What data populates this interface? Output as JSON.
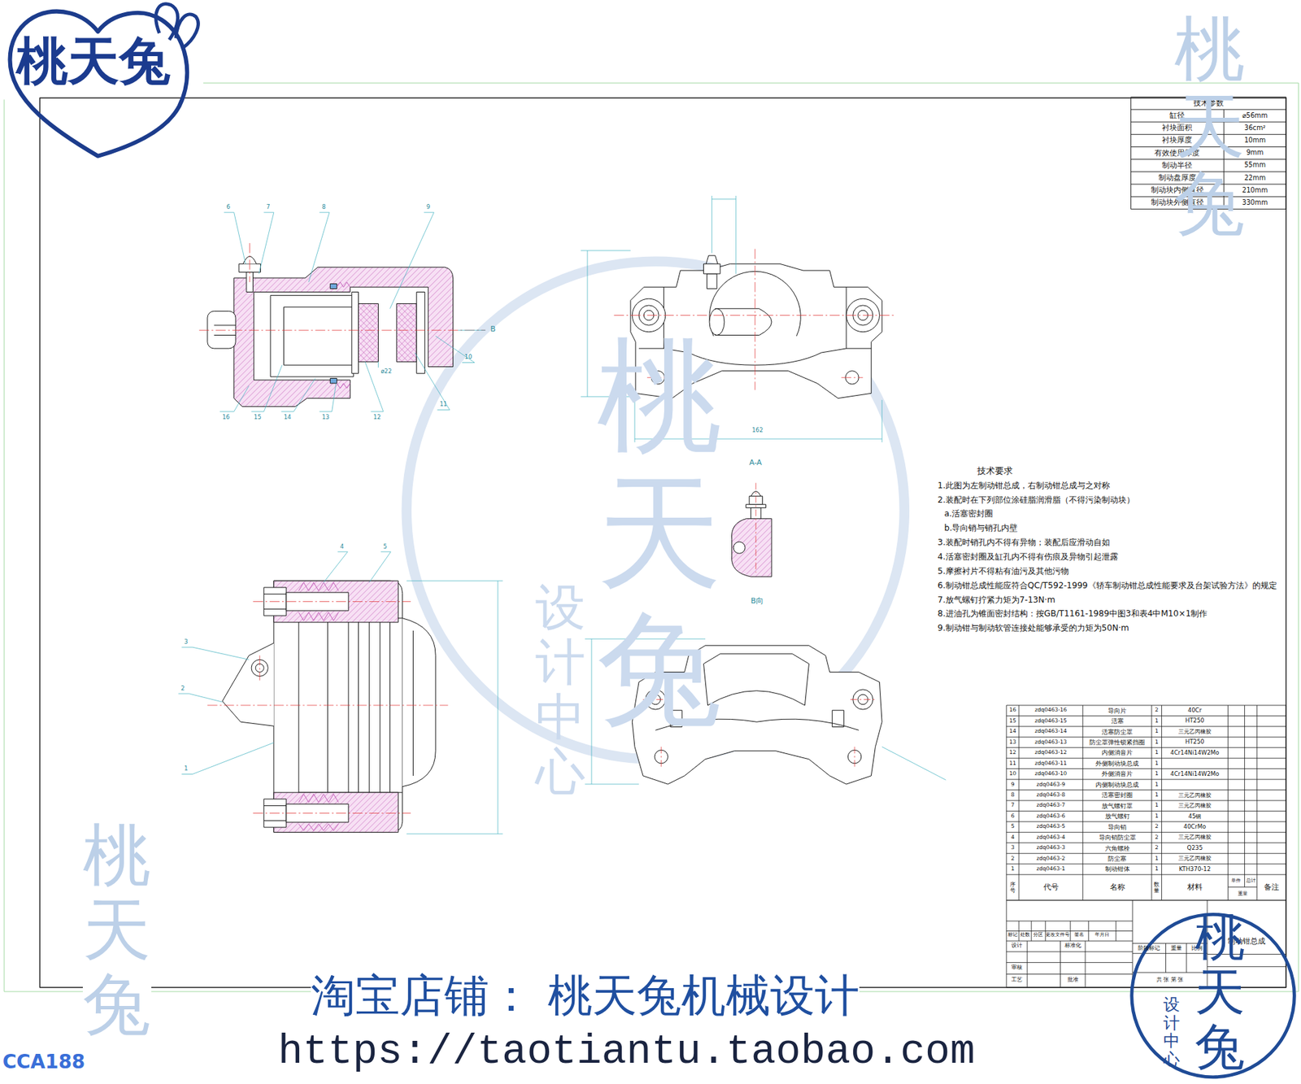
{
  "diagram": {
    "labels": [
      "桃天兔",
      "技术参数",
      "缸径",
      "⌀56mm",
      "衬块面积",
      "36cm²",
      "衬块厚度",
      "10mm",
      "有效使用厚度",
      "9mm",
      "制动半径",
      "55mm",
      "制动盘厚度",
      "22mm",
      "制动块内侧直径",
      "210mm",
      "制动块外侧直径",
      "330mm",
      "技术要求",
      "1.此图为左制动钳总成，右制动钳总成与之对称",
      "2.装配时在下列部位涂硅脂润滑脂（不得污染制动块）",
      "a.活塞密封圈",
      "b.导向销与销孔内壁",
      "3.装配时销孔内不得有异物；装配后应滑动自如",
      "4.活塞密封圈及缸孔内不得有伤痕及异物引起泄露",
      "5.摩擦衬片不得粘有油污及其他污物",
      "6.制动钳总成性能应符合QC/T592-1999《轿车制动钳总成性能要求及台架试验方法》的规定",
      "7.放气螺钉拧紧力矩为7-13N·m",
      "8.进油孔为锥面密封结构：按GB/T1161-1989中图3和表4中M10×1制作",
      "9.制动钳与制动软管连接处能够承受的力矩为50N·m",
      "A-A",
      "B向",
      "B",
      "ø22",
      "162",
      "6",
      "7",
      "8",
      "9",
      "10",
      "11",
      "12",
      "13",
      "14",
      "15",
      "16",
      "1",
      "2",
      "3",
      "4",
      "5",
      "16",
      "zdq0463-16",
      "导向片",
      "2",
      "40Cr",
      "15",
      "zdq0463-15",
      "活塞",
      "1",
      "HT250",
      "14",
      "zdq0463-14",
      "活塞防尘罩",
      "1",
      "三元乙丙橡胶",
      "13",
      "zdq0463-13",
      "防尘罩弹性锁紧挡圈",
      "1",
      "HT250",
      "12",
      "zdq0463-12",
      "内侧消音片",
      "1",
      "4Cr14Ni14W2Mo",
      "11",
      "zdq0463-11",
      "外侧制动块总成",
      "1",
      "10",
      "zdq0463-10",
      "外侧消音片",
      "1",
      "4Cr14Ni14W2Mo",
      "9",
      "zdq0463-9",
      "内侧制动块总成",
      "1",
      "8",
      "zdq0463-8",
      "活塞密封圈",
      "1",
      "三元乙丙橡胶",
      "7",
      "zdq0463-7",
      "放气螺钉罩",
      "1",
      "三元乙丙橡胶",
      "6",
      "zdq0463-6",
      "放气螺钉",
      "1",
      "45钢",
      "5",
      "zdq0463-5",
      "导向销",
      "2",
      "40CrMo",
      "4",
      "zdq0463-4",
      "导向销防尘罩",
      "2",
      "三元乙丙橡胶",
      "3",
      "zdq0463-3",
      "六角螺栓",
      "2",
      "Q235",
      "2",
      "zdq0463-2",
      "防尘塞",
      "1",
      "三元乙丙橡胶",
      "1",
      "zdq0463-1",
      "制动钳体",
      "1",
      "KTH370-12",
      "序号",
      "代号",
      "名称",
      "数量",
      "材料",
      "单件",
      "总计",
      "重量",
      "备注",
      "标记",
      "处数",
      "分区",
      "更改文件号",
      "签名",
      "年月日",
      "设计",
      "标准化",
      "审核",
      "工艺",
      "批准",
      "阶段标记",
      "重量",
      "比例",
      "共 张 第 张",
      "制动钳总成",
      "桃天兔",
      "设计中心",
      "桃天兔",
      "桃天兔",
      "桃天兔",
      "设计中心",
      "淘宝店铺： 桃天兔机械设计",
      "https://taotiantu.taobao.com",
      "CCA188"
    ]
  }
}
